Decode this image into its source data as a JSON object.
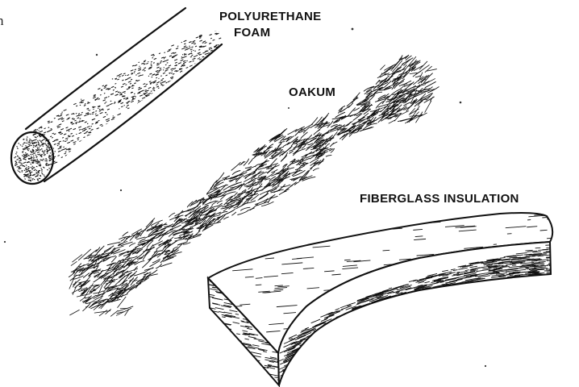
{
  "scan_mark": "n",
  "materials": [
    {
      "id": "polyurethane_foam",
      "label_lines": [
        "POLYURETHANE",
        "FOAM"
      ]
    },
    {
      "id": "oakum",
      "label_lines": [
        "OAKUM"
      ]
    },
    {
      "id": "fiberglass_insulation",
      "label_lines": [
        "FIBERGLASS INSULATION"
      ]
    }
  ],
  "colors": {
    "ink": "#111111",
    "paper": "#ffffff"
  }
}
